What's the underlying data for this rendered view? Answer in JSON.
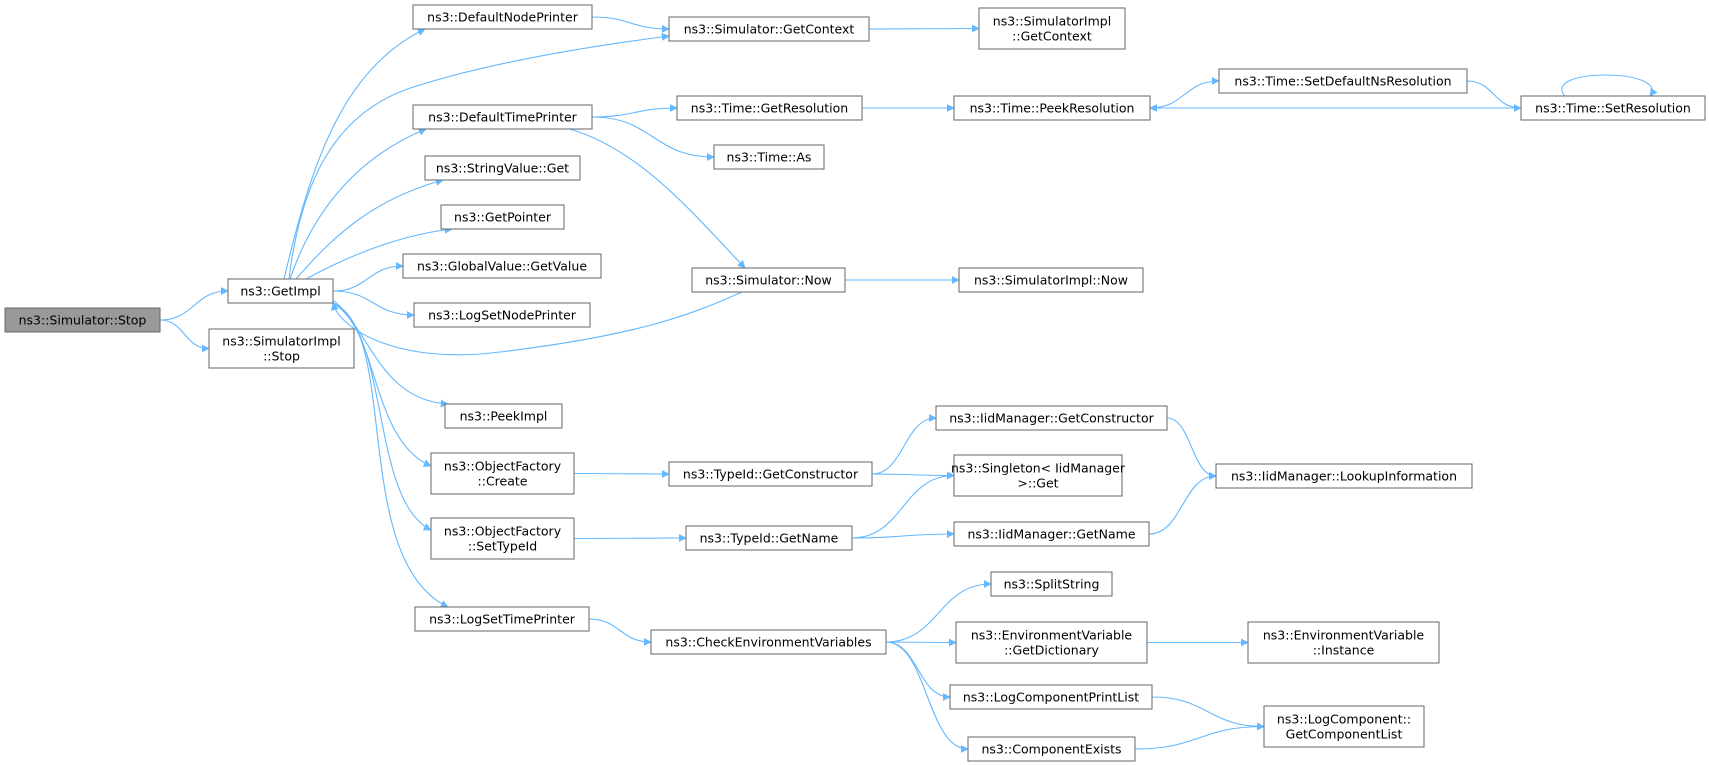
{
  "graph": {
    "title": "",
    "nodes": {
      "stop": [
        "ns3::Simulator::Stop"
      ],
      "getimpl": [
        "ns3::GetImpl"
      ],
      "simimplstop": [
        "ns3::SimulatorImpl",
        "::Stop"
      ],
      "defaultnodeprinter": [
        "ns3::DefaultNodePrinter"
      ],
      "getcontext": [
        "ns3::Simulator::GetContext"
      ],
      "simimplgetcontext": [
        "ns3::SimulatorImpl",
        "::GetContext"
      ],
      "defaulttimeprinter": [
        "ns3::DefaultTimePrinter"
      ],
      "getresolution": [
        "ns3::Time::GetResolution"
      ],
      "peekresolution": [
        "ns3::Time::PeekResolution"
      ],
      "setdefaultnsres": [
        "ns3::Time::SetDefaultNsResolution"
      ],
      "setresolution": [
        "ns3::Time::SetResolution"
      ],
      "timeas": [
        "ns3::Time::As"
      ],
      "stringvalueget": [
        "ns3::StringValue::Get"
      ],
      "getpointer": [
        "ns3::GetPointer"
      ],
      "globalvaluegetvalue": [
        "ns3::GlobalValue::GetValue"
      ],
      "logsetnodeprinter": [
        "ns3::LogSetNodePrinter"
      ],
      "simnow": [
        "ns3::Simulator::Now"
      ],
      "simimplnow": [
        "ns3::SimulatorImpl::Now"
      ],
      "peekimpl": [
        "ns3::PeekImpl"
      ],
      "objfactorycreate": [
        "ns3::ObjectFactory",
        "::Create"
      ],
      "objfactorysettypeid": [
        "ns3::ObjectFactory",
        "::SetTypeId"
      ],
      "typeidgetconstructor": [
        "ns3::TypeId::GetConstructor"
      ],
      "typeidgetname": [
        "ns3::TypeId::GetName"
      ],
      "iidgetconstructor": [
        "ns3::IidManager::GetConstructor"
      ],
      "singletonget": [
        "ns3::Singleton< IidManager",
        ">::Get"
      ],
      "iidlookup": [
        "ns3::IidManager::LookupInformation"
      ],
      "iidgetname": [
        "ns3::IidManager::GetName"
      ],
      "logsettimeprinter": [
        "ns3::LogSetTimePrinter"
      ],
      "checkenv": [
        "ns3::CheckEnvironmentVariables"
      ],
      "splitstring": [
        "ns3::SplitString"
      ],
      "envgetdict": [
        "ns3::EnvironmentVariable",
        "::GetDictionary"
      ],
      "envinstance": [
        "ns3::EnvironmentVariable",
        "::Instance"
      ],
      "logcompprintlist": [
        "ns3::LogComponentPrintList"
      ],
      "logcompgetlist": [
        "ns3::LogComponent::",
        "GetComponentList"
      ],
      "componentexists": [
        "ns3::ComponentExists"
      ]
    },
    "edges": [
      [
        "stop",
        "getimpl"
      ],
      [
        "stop",
        "simimplstop"
      ],
      [
        "getimpl",
        "defaultnodeprinter"
      ],
      [
        "getimpl",
        "getcontext"
      ],
      [
        "getimpl",
        "defaulttimeprinter"
      ],
      [
        "getimpl",
        "stringvalueget"
      ],
      [
        "getimpl",
        "getpointer"
      ],
      [
        "getimpl",
        "globalvaluegetvalue"
      ],
      [
        "getimpl",
        "logsetnodeprinter"
      ],
      [
        "getimpl",
        "peekimpl"
      ],
      [
        "getimpl",
        "objfactorycreate"
      ],
      [
        "getimpl",
        "objfactorysettypeid"
      ],
      [
        "getimpl",
        "logsettimeprinter"
      ],
      [
        "simnow",
        "getimpl"
      ],
      [
        "defaultnodeprinter",
        "getcontext"
      ],
      [
        "getcontext",
        "simimplgetcontext"
      ],
      [
        "defaulttimeprinter",
        "getresolution"
      ],
      [
        "defaulttimeprinter",
        "timeas"
      ],
      [
        "defaulttimeprinter",
        "simnow"
      ],
      [
        "getresolution",
        "peekresolution"
      ],
      [
        "peekresolution",
        "setdefaultnsres"
      ],
      [
        "setdefaultnsres",
        "setresolution"
      ],
      [
        "setresolution",
        "peekresolution"
      ],
      [
        "setresolution",
        "setresolution"
      ],
      [
        "simnow",
        "simimplnow"
      ],
      [
        "objfactorycreate",
        "typeidgetconstructor"
      ],
      [
        "typeidgetconstructor",
        "iidgetconstructor"
      ],
      [
        "typeidgetconstructor",
        "singletonget"
      ],
      [
        "iidgetconstructor",
        "iidlookup"
      ],
      [
        "objfactorysettypeid",
        "typeidgetname"
      ],
      [
        "typeidgetname",
        "singletonget"
      ],
      [
        "typeidgetname",
        "iidgetname"
      ],
      [
        "iidgetname",
        "iidlookup"
      ],
      [
        "logsettimeprinter",
        "checkenv"
      ],
      [
        "checkenv",
        "splitstring"
      ],
      [
        "checkenv",
        "envgetdict"
      ],
      [
        "checkenv",
        "logcompprintlist"
      ],
      [
        "checkenv",
        "componentexists"
      ],
      [
        "envgetdict",
        "envinstance"
      ],
      [
        "logcompprintlist",
        "logcompgetlist"
      ],
      [
        "componentexists",
        "logcompgetlist"
      ]
    ]
  }
}
